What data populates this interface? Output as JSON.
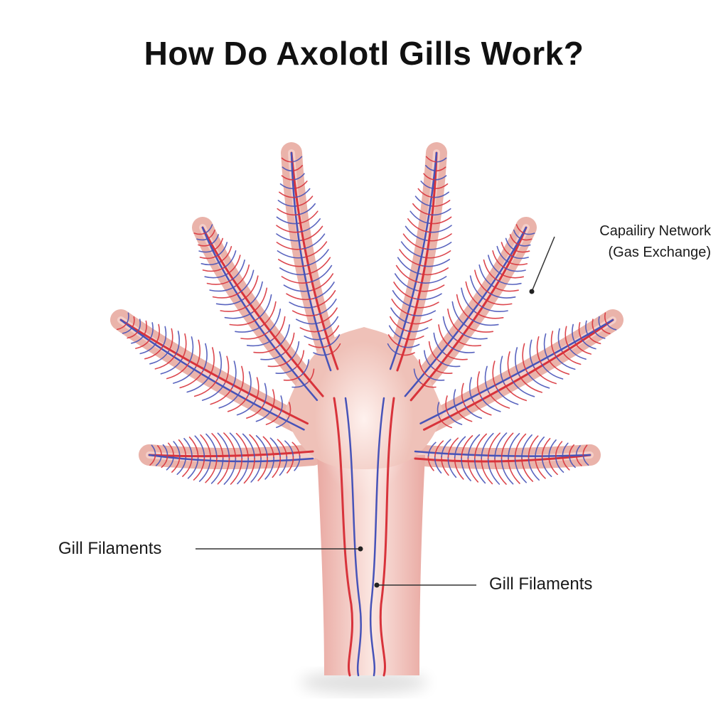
{
  "title": "How Do Axolotl Gills Work?",
  "labels": {
    "capillary_line1": "Capailiry Network",
    "capillary_line2": "(Gas Exchange)",
    "filaments_left": "Gill Filaments",
    "filaments_right": "Gill Filaments"
  },
  "colors": {
    "tissue": "#eab3aa",
    "tissue_light": "#f7dcd6",
    "artery": "#d8333b",
    "vein": "#4753b8",
    "leader": "#333333"
  }
}
